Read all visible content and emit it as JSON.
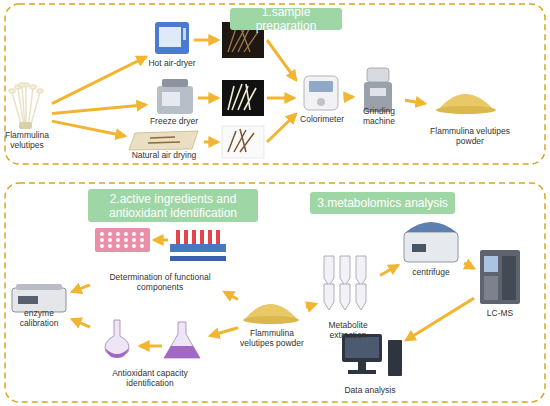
{
  "diagram": {
    "nodes": [
      {
        "text": [
          "1.sample preparation"
        ]
      },
      {
        "text": [
          "Flammulina velutipes"
        ]
      },
      {
        "text": [
          "Hot air-dryer"
        ]
      },
      {
        "text": [
          "Freeze dryer"
        ]
      },
      {
        "text": [
          "Natural air drying"
        ]
      },
      {
        "text": [
          "Colorimeter"
        ]
      },
      {
        "text": [
          "Grinding machine"
        ]
      },
      {
        "text": [
          "Flammulina velutipes powder"
        ]
      },
      {
        "text": [
          "2.active ingredients and antioxidant identification"
        ]
      },
      {
        "text": [
          "3.metabolomics analysis"
        ]
      },
      {
        "text": [
          "Determination of functional components"
        ]
      },
      {
        "text": [
          "enzyme calibration"
        ]
      },
      {
        "text": [
          "Antioxidant capacity identification"
        ]
      },
      {
        "text": [
          "Flammulina velutipes powder"
        ]
      },
      {
        "text": [
          "Metabolite extraction"
        ]
      },
      {
        "text": [
          "centrifuge"
        ]
      },
      {
        "text": [
          "LC-MS"
        ]
      },
      {
        "text": [
          "Data analysis"
        ]
      }
    ],
    "edges": [
      {
        "from": 1,
        "to": 2,
        "arrow": "to"
      },
      {
        "from": 1,
        "to": 3,
        "arrow": "to"
      },
      {
        "from": 1,
        "to": 4,
        "arrow": "to"
      },
      {
        "from": 5,
        "to": 6,
        "arrow": "to"
      },
      {
        "from": 6,
        "to": 7,
        "arrow": "to"
      },
      {
        "from": 13,
        "to": 10,
        "arrow": "to"
      },
      {
        "from": 13,
        "to": 12,
        "arrow": "to"
      },
      {
        "from": 10,
        "to": 11,
        "arrow": "to"
      },
      {
        "from": 12,
        "to": 11,
        "arrow": "to"
      },
      {
        "from": 13,
        "to": 14,
        "arrow": "to"
      },
      {
        "from": 14,
        "to": 15,
        "arrow": "to"
      },
      {
        "from": 15,
        "to": 16,
        "arrow": "to"
      },
      {
        "from": 16,
        "to": 17,
        "arrow": "to"
      }
    ]
  }
}
